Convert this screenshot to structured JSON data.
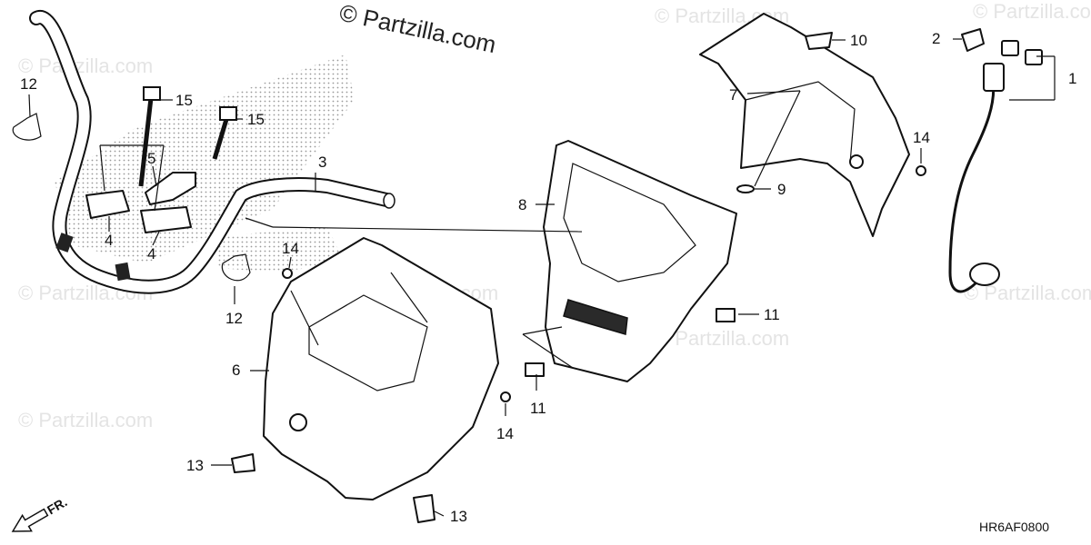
{
  "watermark": {
    "main": "© Partzilla.com",
    "repeat": "© Partzilla.com"
  },
  "diagram_code": "HR6AF0800",
  "front_marker": "FR.",
  "callouts": [
    "1",
    "2",
    "3",
    "4",
    "4",
    "5",
    "6",
    "7",
    "8",
    "9",
    "10",
    "11",
    "11",
    "12",
    "12",
    "13",
    "13",
    "14",
    "14",
    "14",
    "15",
    "15"
  ]
}
